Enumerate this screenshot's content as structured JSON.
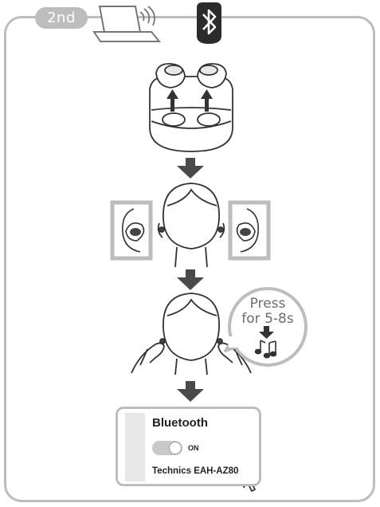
{
  "step_label": "2nd",
  "press_instruction": {
    "line1": "Press",
    "line2": "for 5-8s"
  },
  "bluetooth_panel": {
    "title": "Bluetooth",
    "toggle_state": "ON",
    "device_name": "Technics EAH-AZ80"
  },
  "icons": [
    "laptop-wireless-icon",
    "bluetooth-icon",
    "music-note-icon",
    "cursor-icon"
  ],
  "colors": {
    "frame": "#bdbdbd",
    "arrow": "#4a4a4a",
    "line_art": "#333333"
  }
}
